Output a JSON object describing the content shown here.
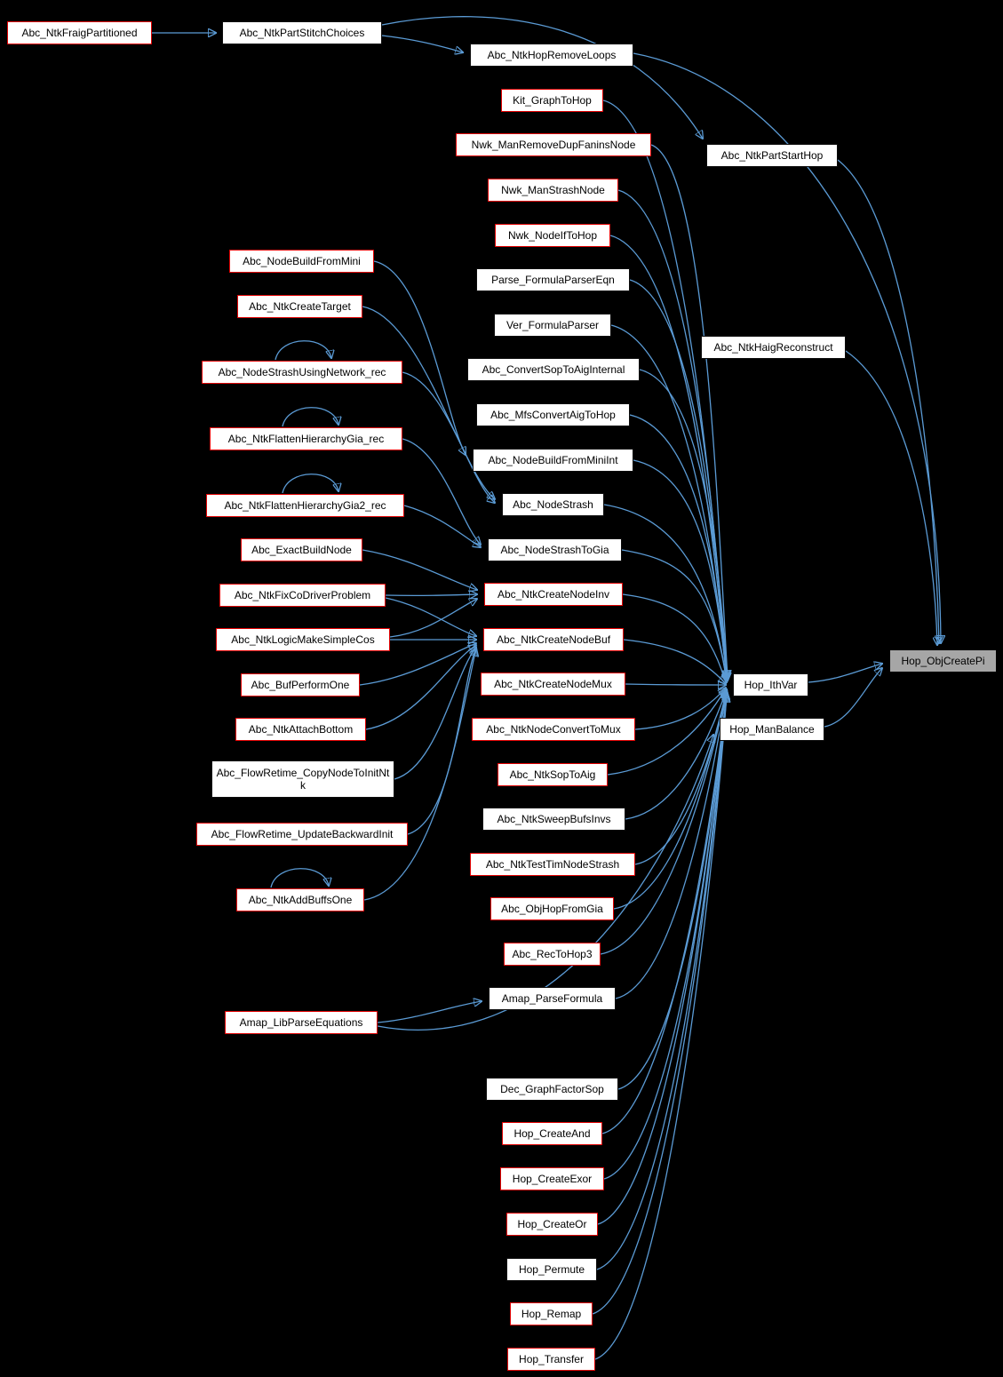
{
  "graph": {
    "target_function": "Hop_ObjCreatePi",
    "colors": {
      "canvas": "#000000",
      "edge": "#5b9bd5",
      "node_fill": "#ffffff",
      "node_border": "#0c0c0c",
      "truncated_border": "#e00000",
      "target_fill": "#a6a6a6"
    },
    "nodes": [
      {
        "label": "Abc_NtkFraigPartitioned"
      },
      {
        "label": "Abc_NtkPartStitchChoices"
      },
      {
        "label": "Abc_NodeBuildFromMini"
      },
      {
        "label": "Abc_NtkCreateTarget"
      },
      {
        "label": "Abc_NodeStrashUsingNetwork_rec"
      },
      {
        "label": "Abc_NtkFlattenHierarchyGia_rec"
      },
      {
        "label": "Abc_NtkFlattenHierarchyGia2_rec"
      },
      {
        "label": "Abc_ExactBuildNode"
      },
      {
        "label": "Abc_NtkFixCoDriverProblem"
      },
      {
        "label": "Abc_NtkLogicMakeSimpleCos"
      },
      {
        "label": "Abc_BufPerformOne"
      },
      {
        "label": "Abc_NtkAttachBottom"
      },
      {
        "label": "Abc_FlowRetime_CopyNodeToInitNtk"
      },
      {
        "label": "Abc_FlowRetime_UpdateBackwardInit"
      },
      {
        "label": "Abc_NtkAddBuffsOne"
      },
      {
        "label": "Amap_LibParseEquations"
      },
      {
        "label": "Abc_NtkHopRemoveLoops"
      },
      {
        "label": "Kit_GraphToHop"
      },
      {
        "label": "Nwk_ManRemoveDupFaninsNode"
      },
      {
        "label": "Nwk_ManStrashNode"
      },
      {
        "label": "Nwk_NodeIfToHop"
      },
      {
        "label": "Parse_FormulaParserEqn"
      },
      {
        "label": "Ver_FormulaParser"
      },
      {
        "label": "Abc_ConvertSopToAigInternal"
      },
      {
        "label": "Abc_MfsConvertAigToHop"
      },
      {
        "label": "Abc_NodeBuildFromMiniInt"
      },
      {
        "label": "Abc_NodeStrash"
      },
      {
        "label": "Abc_NodeStrashToGia"
      },
      {
        "label": "Abc_NtkCreateNodeInv"
      },
      {
        "label": "Abc_NtkCreateNodeBuf"
      },
      {
        "label": "Abc_NtkCreateNodeMux"
      },
      {
        "label": "Abc_NtkNodeConvertToMux"
      },
      {
        "label": "Abc_NtkSopToAig"
      },
      {
        "label": "Abc_NtkSweepBufsInvs"
      },
      {
        "label": "Abc_NtkTestTimNodeStrash"
      },
      {
        "label": "Abc_ObjHopFromGia"
      },
      {
        "label": "Abc_RecToHop3"
      },
      {
        "label": "Amap_ParseFormula"
      },
      {
        "label": "Dec_GraphFactorSop"
      },
      {
        "label": "Hop_CreateAnd"
      },
      {
        "label": "Hop_CreateExor"
      },
      {
        "label": "Hop_CreateOr"
      },
      {
        "label": "Hop_Permute"
      },
      {
        "label": "Hop_Remap"
      },
      {
        "label": "Hop_Transfer"
      },
      {
        "label": "Abc_NtkPartStartHop"
      },
      {
        "label": "Abc_NtkHaigReconstruct"
      },
      {
        "label": "Hop_IthVar"
      },
      {
        "label": "Hop_ManBalance"
      },
      {
        "label": "Hop_ObjCreatePi"
      }
    ],
    "edges": [
      {
        "from": "Abc_NtkFraigPartitioned",
        "to": "Abc_NtkPartStitchChoices"
      },
      {
        "from": "Abc_NtkPartStitchChoices",
        "to": "Abc_NtkHopRemoveLoops"
      },
      {
        "from": "Abc_NtkPartStitchChoices",
        "to": "Abc_NtkPartStartHop"
      },
      {
        "from": "Abc_NtkHopRemoveLoops",
        "to": "Hop_ObjCreatePi"
      },
      {
        "from": "Abc_NtkPartStartHop",
        "to": "Hop_ObjCreatePi"
      },
      {
        "from": "Abc_NtkHaigReconstruct",
        "to": "Hop_ObjCreatePi"
      },
      {
        "from": "Hop_IthVar",
        "to": "Hop_ObjCreatePi"
      },
      {
        "from": "Hop_ManBalance",
        "to": "Hop_ObjCreatePi"
      },
      {
        "from": "Kit_GraphToHop",
        "to": "Hop_IthVar"
      },
      {
        "from": "Nwk_ManRemoveDupFaninsNode",
        "to": "Hop_IthVar"
      },
      {
        "from": "Nwk_ManStrashNode",
        "to": "Hop_IthVar"
      },
      {
        "from": "Nwk_NodeIfToHop",
        "to": "Hop_IthVar"
      },
      {
        "from": "Parse_FormulaParserEqn",
        "to": "Hop_IthVar"
      },
      {
        "from": "Ver_FormulaParser",
        "to": "Hop_IthVar"
      },
      {
        "from": "Abc_ConvertSopToAigInternal",
        "to": "Hop_IthVar"
      },
      {
        "from": "Abc_MfsConvertAigToHop",
        "to": "Hop_IthVar"
      },
      {
        "from": "Abc_NodeBuildFromMiniInt",
        "to": "Hop_IthVar"
      },
      {
        "from": "Abc_NodeStrash",
        "to": "Hop_IthVar"
      },
      {
        "from": "Abc_NodeStrashToGia",
        "to": "Hop_IthVar"
      },
      {
        "from": "Abc_NtkCreateNodeInv",
        "to": "Hop_IthVar"
      },
      {
        "from": "Abc_NtkCreateNodeBuf",
        "to": "Hop_IthVar"
      },
      {
        "from": "Abc_NtkCreateNodeMux",
        "to": "Hop_IthVar"
      },
      {
        "from": "Abc_NtkNodeConvertToMux",
        "to": "Hop_IthVar"
      },
      {
        "from": "Abc_NtkSopToAig",
        "to": "Hop_IthVar"
      },
      {
        "from": "Abc_NtkSweepBufsInvs",
        "to": "Hop_IthVar"
      },
      {
        "from": "Abc_NtkTestTimNodeStrash",
        "to": "Hop_IthVar"
      },
      {
        "from": "Abc_ObjHopFromGia",
        "to": "Hop_IthVar"
      },
      {
        "from": "Abc_RecToHop3",
        "to": "Hop_IthVar"
      },
      {
        "from": "Amap_ParseFormula",
        "to": "Hop_IthVar"
      },
      {
        "from": "Dec_GraphFactorSop",
        "to": "Hop_IthVar"
      },
      {
        "from": "Hop_CreateAnd",
        "to": "Hop_IthVar"
      },
      {
        "from": "Hop_CreateExor",
        "to": "Hop_IthVar"
      },
      {
        "from": "Hop_CreateOr",
        "to": "Hop_IthVar"
      },
      {
        "from": "Hop_Permute",
        "to": "Hop_IthVar"
      },
      {
        "from": "Hop_Remap",
        "to": "Hop_IthVar"
      },
      {
        "from": "Hop_Transfer",
        "to": "Hop_IthVar"
      },
      {
        "from": "Abc_NodeBuildFromMini",
        "to": "Abc_NodeBuildFromMiniInt"
      },
      {
        "from": "Abc_NtkCreateTarget",
        "to": "Abc_NodeStrash"
      },
      {
        "from": "Abc_NodeStrashUsingNetwork_rec",
        "to": "Abc_NodeStrash"
      },
      {
        "from": "Abc_NodeStrashUsingNetwork_rec",
        "to": "Abc_NodeStrashUsingNetwork_rec"
      },
      {
        "from": "Abc_NtkFlattenHierarchyGia_rec",
        "to": "Abc_NodeStrashToGia"
      },
      {
        "from": "Abc_NtkFlattenHierarchyGia_rec",
        "to": "Abc_NtkFlattenHierarchyGia_rec"
      },
      {
        "from": "Abc_NtkFlattenHierarchyGia2_rec",
        "to": "Abc_NodeStrashToGia"
      },
      {
        "from": "Abc_NtkFlattenHierarchyGia2_rec",
        "to": "Abc_NtkFlattenHierarchyGia2_rec"
      },
      {
        "from": "Abc_ExactBuildNode",
        "to": "Abc_NtkCreateNodeInv"
      },
      {
        "from": "Abc_NtkFixCoDriverProblem",
        "to": "Abc_NtkCreateNodeInv"
      },
      {
        "from": "Abc_NtkFixCoDriverProblem",
        "to": "Abc_NtkCreateNodeBuf"
      },
      {
        "from": "Abc_NtkLogicMakeSimpleCos",
        "to": "Abc_NtkCreateNodeInv"
      },
      {
        "from": "Abc_NtkLogicMakeSimpleCos",
        "to": "Abc_NtkCreateNodeBuf"
      },
      {
        "from": "Abc_BufPerformOne",
        "to": "Abc_NtkCreateNodeBuf"
      },
      {
        "from": "Abc_NtkAttachBottom",
        "to": "Abc_NtkCreateNodeBuf"
      },
      {
        "from": "Abc_FlowRetime_CopyNodeToInitNtk",
        "to": "Abc_NtkCreateNodeBuf"
      },
      {
        "from": "Abc_FlowRetime_UpdateBackwardInit",
        "to": "Abc_NtkCreateNodeBuf"
      },
      {
        "from": "Abc_NtkAddBuffsOne",
        "to": "Abc_NtkCreateNodeBuf"
      },
      {
        "from": "Abc_NtkAddBuffsOne",
        "to": "Abc_NtkAddBuffsOne"
      },
      {
        "from": "Amap_LibParseEquations",
        "to": "Amap_ParseFormula"
      },
      {
        "from": "Amap_LibParseEquations",
        "to": "Hop_ManBalance"
      }
    ]
  }
}
